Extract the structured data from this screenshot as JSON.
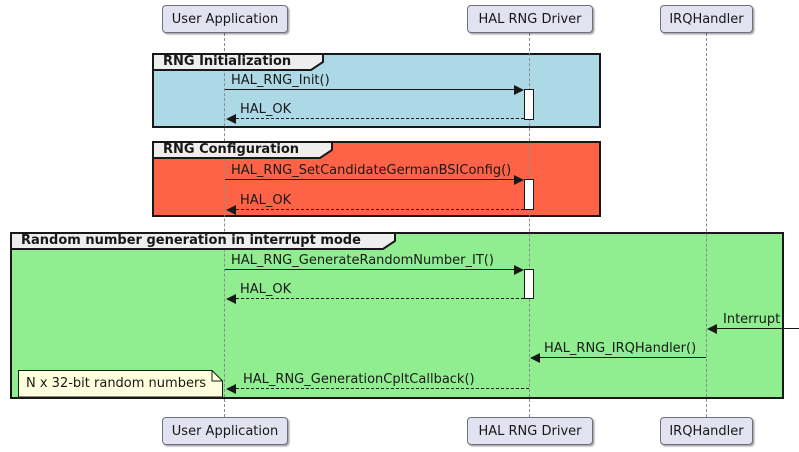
{
  "diagram_type": "uml-sequence-diagram",
  "participants": [
    {
      "id": "user-application",
      "label": "User Application"
    },
    {
      "id": "hal-rng-driver",
      "label": "HAL RNG Driver"
    },
    {
      "id": "irqhandler",
      "label": "IRQHandler"
    }
  ],
  "groups": [
    {
      "title": "RNG Initialization",
      "fill": "#ADD8E6"
    },
    {
      "title": "RNG Configuration",
      "fill": "#FF6347"
    },
    {
      "title": "Random number generation in interrupt mode",
      "fill": "#90EE90"
    }
  ],
  "messages": [
    {
      "label": "HAL_RNG_Init()",
      "from": "User Application",
      "to": "HAL RNG Driver",
      "line": "solid"
    },
    {
      "label": "HAL_OK",
      "from": "HAL RNG Driver",
      "to": "User Application",
      "line": "dashed"
    },
    {
      "label": "HAL_RNG_SetCandidateGermanBSIConfig()",
      "from": "User Application",
      "to": "HAL RNG Driver",
      "line": "solid"
    },
    {
      "label": "HAL_OK",
      "from": "HAL RNG Driver",
      "to": "User Application",
      "line": "dashed"
    },
    {
      "label": "HAL_RNG_GenerateRandomNumber_IT()",
      "from": "User Application",
      "to": "HAL RNG Driver",
      "line": "solid"
    },
    {
      "label": "HAL_OK",
      "from": "HAL RNG Driver",
      "to": "User Application",
      "line": "dashed"
    },
    {
      "label": "Interrupt",
      "from": "external",
      "to": "IRQHandler",
      "line": "solid"
    },
    {
      "label": "HAL_RNG_IRQHandler()",
      "from": "IRQHandler",
      "to": "HAL RNG Driver",
      "line": "solid"
    },
    {
      "label": "HAL_RNG_GenerationCpltCallback()",
      "from": "HAL RNG Driver",
      "to": "User Application",
      "line": "dashed"
    }
  ],
  "note": {
    "text": "N x 32-bit random numbers",
    "fill": "#FEFFDD"
  },
  "colors": {
    "participant_fill": "#E2E2F0",
    "group_header_fill": "#EEEEEE",
    "border": "#181818",
    "lifeline": "#8A8A8A",
    "background": "#FFFFFF"
  }
}
